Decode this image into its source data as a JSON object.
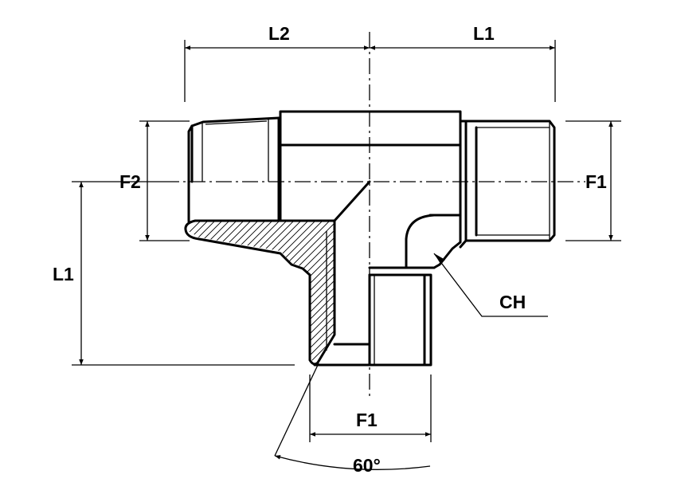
{
  "drawing": {
    "labels": {
      "top_left_dim": "L2",
      "top_right_dim": "L1",
      "left_thread": "F2",
      "right_thread": "F1",
      "left_vertical_dim": "L1",
      "hex": "CH",
      "bottom_thread": "F1",
      "angle": "60°"
    },
    "colors": {
      "line": "#000000",
      "background": "#ffffff"
    }
  }
}
